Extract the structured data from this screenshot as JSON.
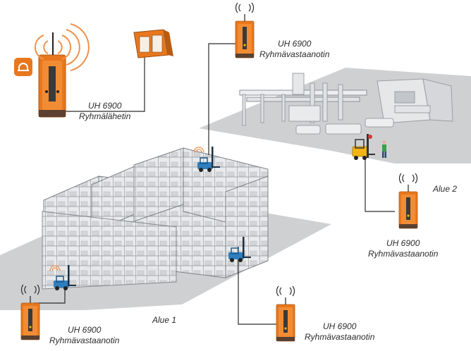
{
  "transmitter": {
    "model": "UH 6900",
    "role": "Ryhmälähetin"
  },
  "receivers": [
    {
      "id": "top",
      "model": "UH 6900",
      "role": "Ryhmävastaanotin"
    },
    {
      "id": "alue2",
      "model": "UH 6900",
      "role": "Ryhmävastaanotin"
    },
    {
      "id": "bottom-left",
      "model": "UH 6900",
      "role": "Ryhmävastaanotin"
    },
    {
      "id": "bottom-right",
      "model": "UH 6900",
      "role": "Ryhmävastaanotin"
    }
  ],
  "areas": {
    "alue1": "Alue 1",
    "alue2": "Alue 2"
  },
  "colors": {
    "device_orange": "#e8771d",
    "device_dark": "#3a3a3a",
    "floor_gray": "#cfd0d2",
    "signal_orange": "#f0914a",
    "signal_dark": "#2a2a2a",
    "forklift_blue": "#2f7fc0",
    "forklift_yellow": "#f2b511",
    "worker_green": "#37a04a"
  }
}
